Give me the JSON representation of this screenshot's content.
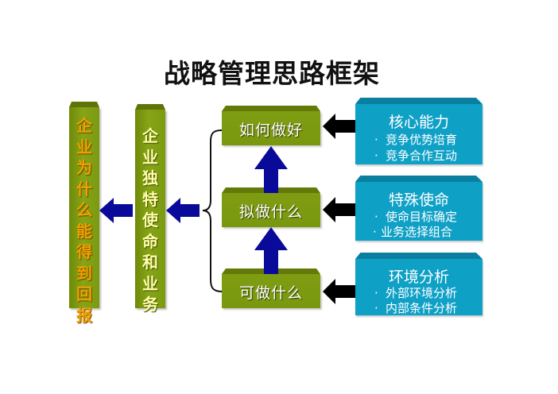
{
  "title": "战略管理思路框架",
  "colors": {
    "pillar_green": "#7e9c12",
    "box_green": "#7c9a10",
    "box_blue": "#0fa0c6",
    "arrow_blue": "#0a0a9a",
    "arrow_black": "#000000",
    "pillar1_text": "#f0a000",
    "pillar2_text": "#ffffaa"
  },
  "pillars": [
    {
      "text": [
        "企",
        "业",
        "为",
        "什",
        "么",
        "能",
        "得",
        "到",
        "回",
        "报"
      ]
    },
    {
      "text": [
        "企",
        "业",
        "独",
        "特",
        "使",
        "命",
        "和",
        "业",
        "务"
      ]
    }
  ],
  "steps": [
    {
      "label": "如何做好"
    },
    {
      "label": "拟做什么"
    },
    {
      "label": "可做什么"
    }
  ],
  "inputs": [
    {
      "heading": "核心能力",
      "items": [
        "竞争优势培育",
        "竞争合作互动"
      ]
    },
    {
      "heading": "特殊使命",
      "items": [
        "使命目标确定",
        "业务选择组合"
      ]
    },
    {
      "heading": "环境分析",
      "items": [
        "外部环境分析",
        "内部条件分析"
      ]
    }
  ],
  "bullet": "·",
  "icons": {
    "flow_left": "arrow-left-icon",
    "flow_up": "arrow-up-icon",
    "brace": "curly-brace-icon"
  }
}
